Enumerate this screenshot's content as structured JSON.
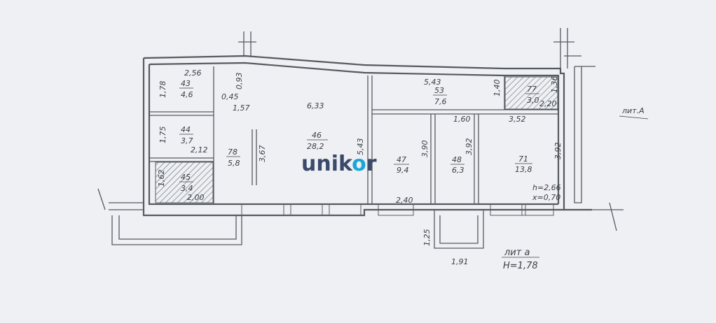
{
  "logo": {
    "text_a": "unik",
    "text_b": "o",
    "text_c": "r",
    "color_main": "#3b4a6b",
    "color_accent": "#1aa7d8"
  },
  "litera_main": "лит.А",
  "litera_annex": "лит а",
  "annex_height": "H=1,78",
  "ceiling_height": "h=2,66",
  "ceiling_extra": "x=0,70",
  "rooms": [
    {
      "number": "43",
      "area": "4,6"
    },
    {
      "number": "44",
      "area": "3,7"
    },
    {
      "number": "45",
      "area": "3,4"
    },
    {
      "number": "78",
      "area": "5,8"
    },
    {
      "number": "46",
      "area": "28,2"
    },
    {
      "number": "53",
      "area": "7,6"
    },
    {
      "number": "77",
      "area": "3,0"
    },
    {
      "number": "47",
      "area": "9,4"
    },
    {
      "number": "48",
      "area": "6,3"
    },
    {
      "number": "71",
      "area": "13,8"
    }
  ],
  "dimensions": {
    "d_2_56": "2,56",
    "d_1_78": "1,78",
    "d_0_93": "0,93",
    "d_0_45": "0,45",
    "d_1_57": "1,57",
    "d_6_33": "6,33",
    "d_1_75": "1,75",
    "d_2_12": "2,12",
    "d_3_67": "3,67",
    "d_1_62": "1,62",
    "d_2_00": "2,00",
    "d_5_43_top": "5,43",
    "d_5_43_side": "5,43",
    "d_1_40": "1,40",
    "d_1_36": "1,36",
    "d_2_20": "2,20",
    "d_1_60": "1,60",
    "d_3_52": "3,52",
    "d_3_90": "3,90",
    "d_3_92_a": "3,92",
    "d_3_92_b": "3,92",
    "d_2_40": "2,40",
    "d_1_25": "1,25",
    "d_1_91": "1,91"
  }
}
